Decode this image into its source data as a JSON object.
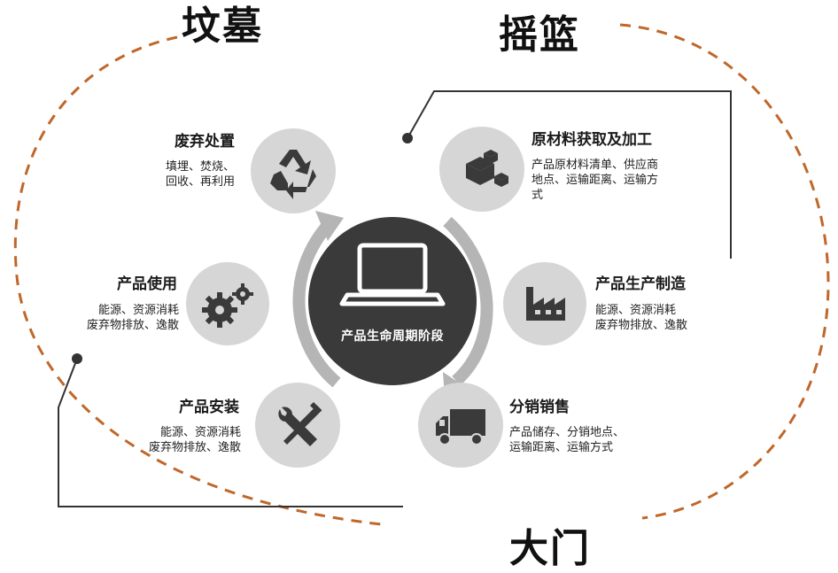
{
  "labels": {
    "tomb": "坟墓",
    "cradle": "摇篮",
    "gate": "大门"
  },
  "center": {
    "label": "产品生命周期阶段",
    "icon": "laptop-icon"
  },
  "stages": {
    "raw_material": {
      "title": "原材料获取及加工",
      "desc_line1": "产品原材料清单、供应商",
      "desc_line2": "地点、运输距离、运输方",
      "desc_line3": "式",
      "icon": "cubes-icon"
    },
    "manufacturing": {
      "title": "产品生产制造",
      "desc_line1": "能源、资源消耗",
      "desc_line2": "废弃物排放、逸散",
      "icon": "factory-icon"
    },
    "distribution": {
      "title": "分销销售",
      "desc_line1": "产品储存、分销地点、",
      "desc_line2": "运输距离、运输方式",
      "icon": "truck-icon"
    },
    "installation": {
      "title": "产品安装",
      "desc_line1": "能源、资源消耗",
      "desc_line2": "废弃物排放、逸散",
      "icon": "wrench-screwdriver-icon"
    },
    "usage": {
      "title": "产品使用",
      "desc_line1": "能源、资源消耗",
      "desc_line2": "废弃物排放、逸散",
      "icon": "gears-icon"
    },
    "disposal": {
      "title": "废弃处置",
      "desc_line1": "填埋、焚烧、",
      "desc_line2": "回收、再利用",
      "icon": "recycle-icon"
    }
  },
  "colors": {
    "dashed_loop": "#c0672a",
    "icon_fill": "#d6d6d6",
    "icon_glyph": "#3a3a3a",
    "center_fill": "#3a3a3a",
    "arrow": "#b5b5b5"
  }
}
